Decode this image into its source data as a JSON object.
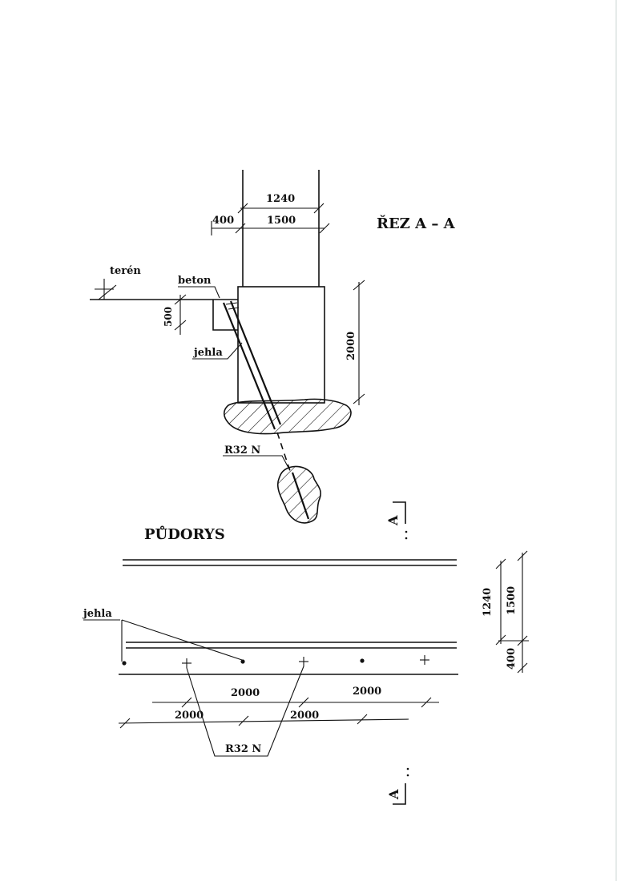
{
  "section": {
    "title": "ŘEZ  A – A",
    "dim_top": "1240",
    "dim_left": "400",
    "dim_right": "1500",
    "dim_height": "2000",
    "dim_depth": "500",
    "label_terrain": "terén",
    "label_concrete": "beton",
    "label_needle": "jehla",
    "label_anchor": "R32 N"
  },
  "plan": {
    "title": "PŮDORYS",
    "label_needle": "jehla",
    "label_anchor": "R32 N",
    "dim_upper_1": "2000",
    "dim_upper_2": "2000",
    "dim_lower_1": "2000",
    "dim_lower_2": "2000",
    "dim_vert_1240": "1240",
    "dim_vert_1500": "1500",
    "dim_vert_400": "400"
  },
  "cut_marks": {
    "top": "A",
    "bottom": "A"
  }
}
